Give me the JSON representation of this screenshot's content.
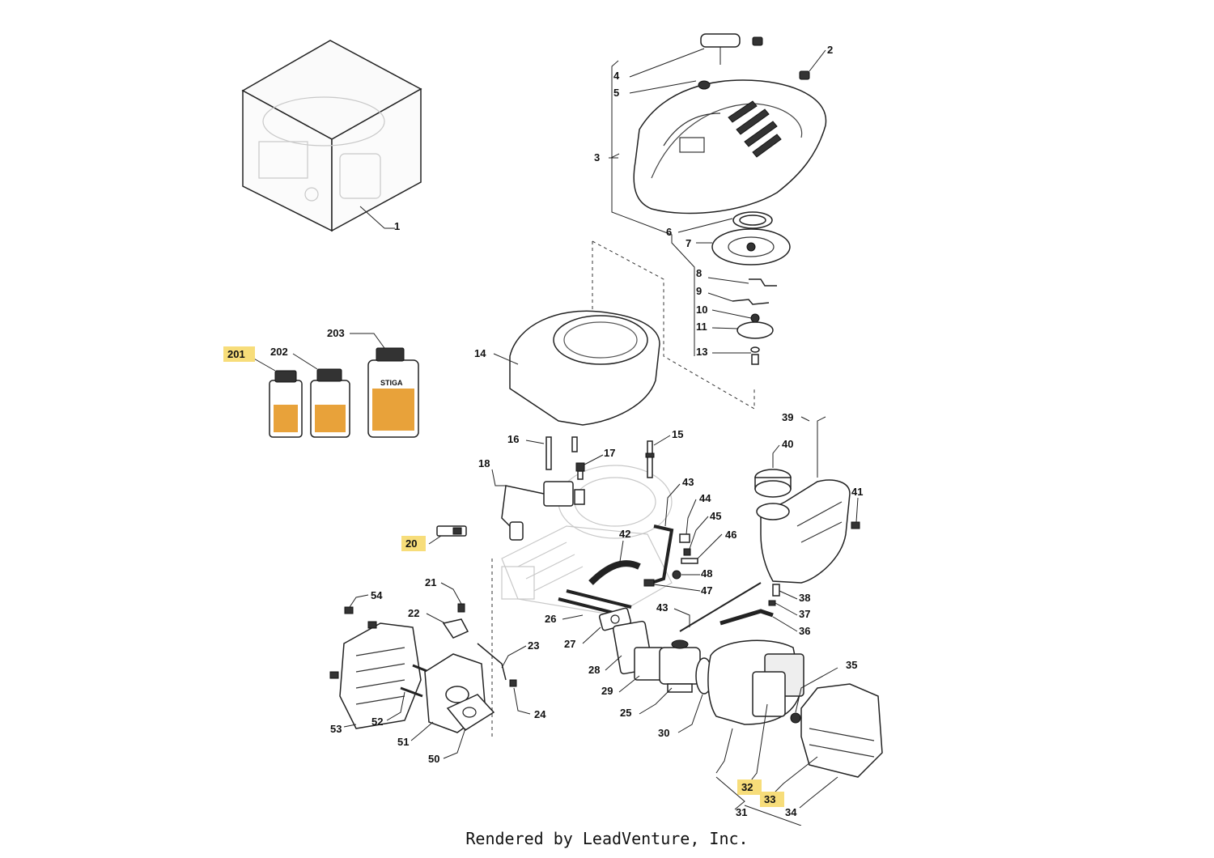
{
  "footer_text": "Rendered by LeadVenture, Inc.",
  "highlight_color": "#f7dd7a",
  "callouts": [
    {
      "id": "c1",
      "text": "1",
      "highlighted": false
    },
    {
      "id": "c2",
      "text": "2",
      "highlighted": false
    },
    {
      "id": "c3",
      "text": "3",
      "highlighted": false
    },
    {
      "id": "c4",
      "text": "4",
      "highlighted": false
    },
    {
      "id": "c5",
      "text": "5",
      "highlighted": false
    },
    {
      "id": "c6",
      "text": "6",
      "highlighted": false
    },
    {
      "id": "c7",
      "text": "7",
      "highlighted": false
    },
    {
      "id": "c8",
      "text": "8",
      "highlighted": false
    },
    {
      "id": "c9",
      "text": "9",
      "highlighted": false
    },
    {
      "id": "c10",
      "text": "10",
      "highlighted": false
    },
    {
      "id": "c11",
      "text": "11",
      "highlighted": false
    },
    {
      "id": "c13",
      "text": "13",
      "highlighted": false
    },
    {
      "id": "c14",
      "text": "14",
      "highlighted": false
    },
    {
      "id": "c15",
      "text": "15",
      "highlighted": false
    },
    {
      "id": "c16",
      "text": "16",
      "highlighted": false
    },
    {
      "id": "c17",
      "text": "17",
      "highlighted": false
    },
    {
      "id": "c18",
      "text": "18",
      "highlighted": false
    },
    {
      "id": "c20",
      "text": "20",
      "highlighted": true
    },
    {
      "id": "c21",
      "text": "21",
      "highlighted": false
    },
    {
      "id": "c22",
      "text": "22",
      "highlighted": false
    },
    {
      "id": "c23",
      "text": "23",
      "highlighted": false
    },
    {
      "id": "c24",
      "text": "24",
      "highlighted": false
    },
    {
      "id": "c25",
      "text": "25",
      "highlighted": false
    },
    {
      "id": "c26",
      "text": "26",
      "highlighted": false
    },
    {
      "id": "c27",
      "text": "27",
      "highlighted": false
    },
    {
      "id": "c28",
      "text": "28",
      "highlighted": false
    },
    {
      "id": "c29",
      "text": "29",
      "highlighted": false
    },
    {
      "id": "c30",
      "text": "30",
      "highlighted": false
    },
    {
      "id": "c31",
      "text": "31",
      "highlighted": false
    },
    {
      "id": "c32",
      "text": "32",
      "highlighted": true
    },
    {
      "id": "c33",
      "text": "33",
      "highlighted": true
    },
    {
      "id": "c34",
      "text": "34",
      "highlighted": false
    },
    {
      "id": "c35",
      "text": "35",
      "highlighted": false
    },
    {
      "id": "c36",
      "text": "36",
      "highlighted": false
    },
    {
      "id": "c37",
      "text": "37",
      "highlighted": false
    },
    {
      "id": "c38",
      "text": "38",
      "highlighted": false
    },
    {
      "id": "c39",
      "text": "39",
      "highlighted": false
    },
    {
      "id": "c40",
      "text": "40",
      "highlighted": false
    },
    {
      "id": "c41",
      "text": "41",
      "highlighted": false
    },
    {
      "id": "c42",
      "text": "42",
      "highlighted": false
    },
    {
      "id": "c43a",
      "text": "43",
      "highlighted": false
    },
    {
      "id": "c43b",
      "text": "43",
      "highlighted": false
    },
    {
      "id": "c44",
      "text": "44",
      "highlighted": false
    },
    {
      "id": "c45",
      "text": "45",
      "highlighted": false
    },
    {
      "id": "c46",
      "text": "46",
      "highlighted": false
    },
    {
      "id": "c47",
      "text": "47",
      "highlighted": false
    },
    {
      "id": "c48",
      "text": "48",
      "highlighted": false
    },
    {
      "id": "c50",
      "text": "50",
      "highlighted": false
    },
    {
      "id": "c51",
      "text": "51",
      "highlighted": false
    },
    {
      "id": "c52",
      "text": "52",
      "highlighted": false
    },
    {
      "id": "c53",
      "text": "53",
      "highlighted": false
    },
    {
      "id": "c54",
      "text": "54",
      "highlighted": false
    },
    {
      "id": "c201",
      "text": "201",
      "highlighted": true
    },
    {
      "id": "c202",
      "text": "202",
      "highlighted": false
    },
    {
      "id": "c203",
      "text": "203",
      "highlighted": false
    }
  ],
  "bottle_brand": "STIGA"
}
